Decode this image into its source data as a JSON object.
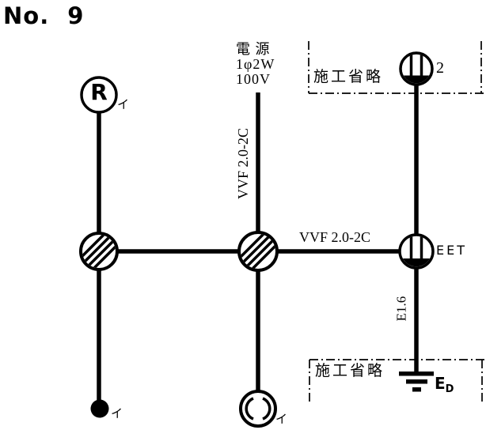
{
  "title": "No. 9",
  "colors": {
    "ink": "#000000",
    "background": "#ffffff"
  },
  "power_source": {
    "label": "電 源",
    "phase": "1φ2W",
    "voltage": "100V"
  },
  "cables": {
    "vertical_vvf": "VVF 2.0-2C",
    "horizontal_vvf": "VVF 2.0-2C",
    "earth_wire": "E1.6"
  },
  "devices": {
    "lamp_receptacle": {
      "symbol": "R",
      "circuit": "イ"
    },
    "switch": {
      "circuit": "イ"
    },
    "ceiling_rose": {
      "circuit": "イ"
    },
    "wall_outlet_double": {
      "count": "2"
    },
    "earth_terminal_outlet": {
      "label": "EET"
    },
    "earth_electrode": {
      "label": "E",
      "sub": "D"
    }
  },
  "omission": {
    "top": "施工省略",
    "bottom": "施工省略"
  }
}
